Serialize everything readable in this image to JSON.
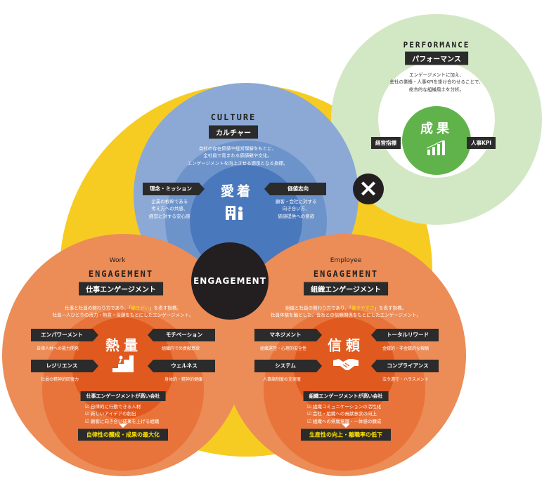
{
  "center": {
    "label": "ENGAGEMENT"
  },
  "cross": {
    "symbol": "×"
  },
  "culture": {
    "title_en": "CULTURE",
    "title_jp": "カルチャー",
    "desc": [
      "自社の存在価値や経営理解をもとに、",
      "全社員で育まれる価値観や文化。",
      "エンゲージメントを向上させる源泉となる指標。"
    ],
    "core": "愛着",
    "core_icon": "building-person-icon",
    "left_tag": "理念・ミッション",
    "left_desc": [
      "企業の根幹である",
      "考え方への共感、",
      "経営に対する安心感"
    ],
    "right_tag": "価値志向",
    "right_desc": [
      "顧客・会社に対する",
      "向き合い方、",
      "価値提供への意欲"
    ]
  },
  "performance": {
    "title_en": "PERFORMANCE",
    "title_jp": "パフォーマンス",
    "desc": [
      "エンゲージメントに加え、",
      "会社の業績・人事KPIを掛け合わせることで、",
      "総合的な組織風土を分析。"
    ],
    "core": "成果",
    "core_icon": "growth-chart-icon",
    "left_tag": "経営指標",
    "right_tag": "人事KPI"
  },
  "work": {
    "title_small": "Work",
    "title_en": "ENGAGEMENT",
    "title_jp": "仕事エンゲージメント",
    "desc1_pre": "仕事と社員の関わり方であり、「",
    "desc1_hl": "働きがい",
    "desc1_post": "」を表す指標。",
    "desc2": "社員一人ひとりの活力・熱意・没頭をもとにしたエンゲージメント。",
    "core": "熱量",
    "core_icon": "stairs-runner-icon",
    "items": [
      {
        "label": "エンパワーメント",
        "sub": "自律人材への能力開発"
      },
      {
        "label": "モチベーション",
        "sub": "組織内での貢献意欲"
      },
      {
        "label": "レジリエンス",
        "sub": "社員の精神的回復力"
      },
      {
        "label": "ウェルネス",
        "sub": "身体的・精神的健康"
      }
    ],
    "company_label": "仕事エンゲージメントが高い会社",
    "checks": [
      "自律的に行動できる人材",
      "新しいアイデアの創出",
      "顧客に向き合い成果を上げる組織"
    ],
    "result": "自律性の醸成・成果の最大化"
  },
  "employee": {
    "title_small": "Employee",
    "title_en": "ENGAGEMENT",
    "title_jp": "組織エンゲージメント",
    "desc1_pre": "組織と社員の関わり方であり、「",
    "desc1_hl": "働きやすさ",
    "desc1_post": "」を表す指標。",
    "desc2": "社員体験を軸とした、会社との信頼関係をもとにしたエンゲージメント。",
    "core": "信頼",
    "core_icon": "handshake-icon",
    "items": [
      {
        "label": "マネジメント",
        "sub": "組織運営・心理的安全性"
      },
      {
        "label": "トータルリワード",
        "sub": "金銭的・非金銭的な報酬"
      },
      {
        "label": "システム",
        "sub": "人事諸制度の充実度"
      },
      {
        "label": "コンプライアンス",
        "sub": "法令遵守・ハラスメント"
      }
    ],
    "company_label": "組織エンゲージメントが高い会社",
    "checks": [
      "組織コミュニケーションの活性化",
      "会社・組織への貢献意欲の向上",
      "組織への帰属意識・一体感の醸成"
    ],
    "result": "生産性の向上・離職率の低下"
  },
  "colors": {
    "yellow": "#f7cc22",
    "blue_outer": "#8ca9d6",
    "blue_mid": "#6d93cb",
    "blue_inner": "#4a78bc",
    "green_outer": "#d2e8c4",
    "green_inner": "#5fb34a",
    "orange_outer": "#ec8c57",
    "orange_mid": "#e8743b",
    "orange_inner": "#e0591f",
    "dark": "#231f20"
  }
}
